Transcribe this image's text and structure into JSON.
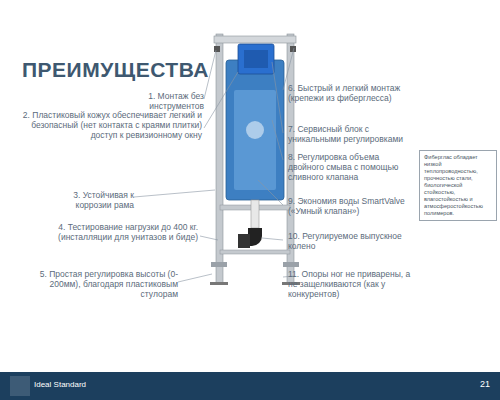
{
  "diagram": {
    "title": "ПРЕИМУЩЕСТВА",
    "nodes": [
      {
        "text": [
          "Фиберглас обладает низкой теплопроводностью, прочностью стали, биологической стойкостью, влагостойкостью и атмосферостойкостью полимеров."
        ]
      }
    ],
    "labels": [
      "1. Монтаж без инструментов",
      "2. Пластиковый кожух обеспечивает легкий и безопасный (нет контакта с краями плитки) доступ к ревизионному окну",
      "3. Устойчивая к коррозии рама",
      "4. Тестирование нагрузки до 400 кг. (инсталляции для унитазов и биде)",
      "5. Простая регулировка высоты (0-200мм), благодаря пластиковым стулорам",
      "6. Быстрый и легкий монтаж (крепежи из фиберглесса)",
      "7. Сервисный блок с уникальными регулировками",
      "8. Регулировка объема двойного смыва с помощью сливного клапана",
      "9. Экономия воды SmartValve («Умный клапан»)",
      "10. Регулируемое выпускное колено",
      "11. Опоры ног не приварены, а не защелкиваются (как у конкурентов)",
      "Ideal Standard",
      "21"
    ]
  }
}
